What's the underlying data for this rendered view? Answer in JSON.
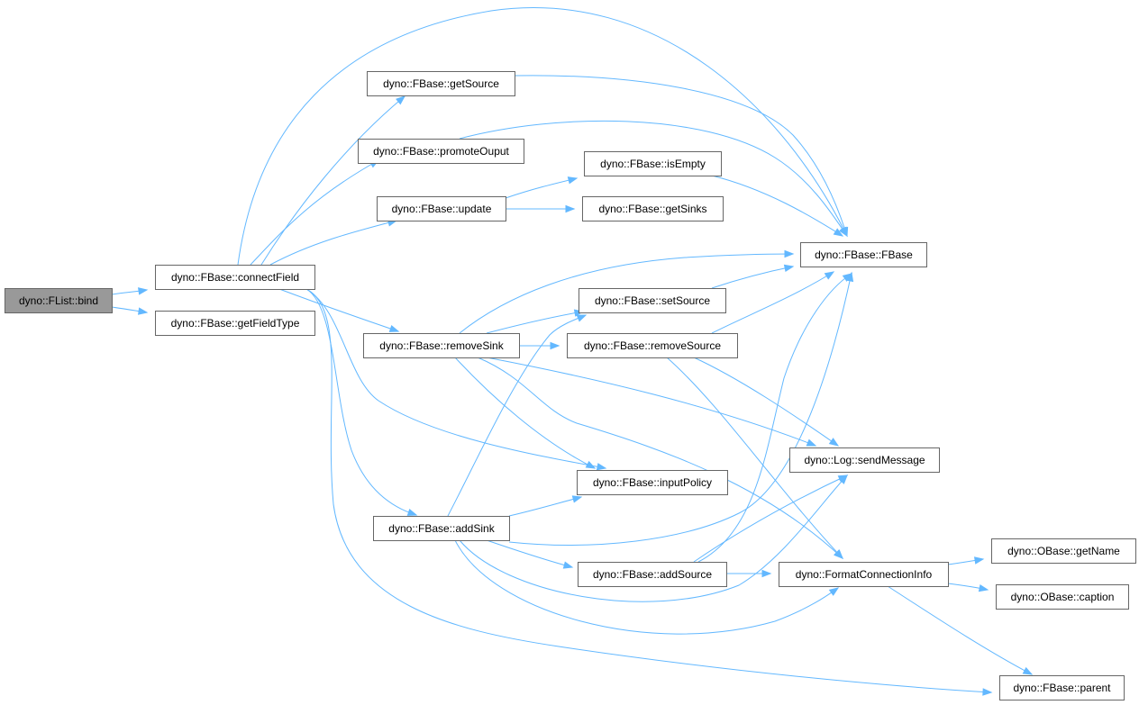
{
  "diagram": {
    "type": "call-graph",
    "edge_color": "#63b8ff",
    "node_border_color": "#666666",
    "root_fill_color": "#999999",
    "node_fill_color": "#ffffff",
    "nodes": [
      {
        "id": "flist_bind",
        "label": "dyno::FList::bind",
        "root": true
      },
      {
        "id": "connectField",
        "label": "dyno::FBase::connectField"
      },
      {
        "id": "getFieldType",
        "label": "dyno::FBase::getFieldType"
      },
      {
        "id": "getSource",
        "label": "dyno::FBase::getSource"
      },
      {
        "id": "promoteOuput",
        "label": "dyno::FBase::promoteOuput"
      },
      {
        "id": "update",
        "label": "dyno::FBase::update"
      },
      {
        "id": "removeSink",
        "label": "dyno::FBase::removeSink"
      },
      {
        "id": "addSink",
        "label": "dyno::FBase::addSink"
      },
      {
        "id": "isEmpty",
        "label": "dyno::FBase::isEmpty"
      },
      {
        "id": "getSinks",
        "label": "dyno::FBase::getSinks"
      },
      {
        "id": "setSource",
        "label": "dyno::FBase::setSource"
      },
      {
        "id": "removeSource",
        "label": "dyno::FBase::removeSource"
      },
      {
        "id": "inputPolicy",
        "label": "dyno::FBase::inputPolicy"
      },
      {
        "id": "addSource",
        "label": "dyno::FBase::addSource"
      },
      {
        "id": "fbase_ctor",
        "label": "dyno::FBase::FBase"
      },
      {
        "id": "sendMessage",
        "label": "dyno::Log::sendMessage"
      },
      {
        "id": "formatConn",
        "label": "dyno::FormatConnectionInfo"
      },
      {
        "id": "getName",
        "label": "dyno::OBase::getName"
      },
      {
        "id": "caption",
        "label": "dyno::OBase::caption"
      },
      {
        "id": "parent",
        "label": "dyno::FBase::parent"
      }
    ],
    "edges": [
      {
        "from": "flist_bind",
        "to": "connectField"
      },
      {
        "from": "flist_bind",
        "to": "getFieldType"
      },
      {
        "from": "connectField",
        "to": "getSource"
      },
      {
        "from": "connectField",
        "to": "promoteOuput"
      },
      {
        "from": "connectField",
        "to": "update"
      },
      {
        "from": "connectField",
        "to": "fbase_ctor"
      },
      {
        "from": "connectField",
        "to": "removeSink"
      },
      {
        "from": "connectField",
        "to": "inputPolicy"
      },
      {
        "from": "connectField",
        "to": "addSink"
      },
      {
        "from": "connectField",
        "to": "parent"
      },
      {
        "from": "getSource",
        "to": "fbase_ctor"
      },
      {
        "from": "promoteOuput",
        "to": "fbase_ctor"
      },
      {
        "from": "update",
        "to": "isEmpty"
      },
      {
        "from": "update",
        "to": "getSinks"
      },
      {
        "from": "isEmpty",
        "to": "fbase_ctor"
      },
      {
        "from": "removeSink",
        "to": "fbase_ctor"
      },
      {
        "from": "removeSink",
        "to": "setSource"
      },
      {
        "from": "removeSink",
        "to": "removeSource"
      },
      {
        "from": "removeSink",
        "to": "inputPolicy"
      },
      {
        "from": "removeSink",
        "to": "sendMessage"
      },
      {
        "from": "removeSink",
        "to": "formatConn"
      },
      {
        "from": "setSource",
        "to": "fbase_ctor"
      },
      {
        "from": "removeSource",
        "to": "fbase_ctor"
      },
      {
        "from": "removeSource",
        "to": "sendMessage"
      },
      {
        "from": "removeSource",
        "to": "formatConn"
      },
      {
        "from": "addSink",
        "to": "fbase_ctor"
      },
      {
        "from": "addSink",
        "to": "setSource"
      },
      {
        "from": "addSink",
        "to": "inputPolicy"
      },
      {
        "from": "addSink",
        "to": "addSource"
      },
      {
        "from": "addSink",
        "to": "sendMessage"
      },
      {
        "from": "addSink",
        "to": "formatConn"
      },
      {
        "from": "addSource",
        "to": "fbase_ctor"
      },
      {
        "from": "addSource",
        "to": "sendMessage"
      },
      {
        "from": "addSource",
        "to": "formatConn"
      },
      {
        "from": "formatConn",
        "to": "getName"
      },
      {
        "from": "formatConn",
        "to": "caption"
      },
      {
        "from": "formatConn",
        "to": "parent"
      }
    ]
  }
}
